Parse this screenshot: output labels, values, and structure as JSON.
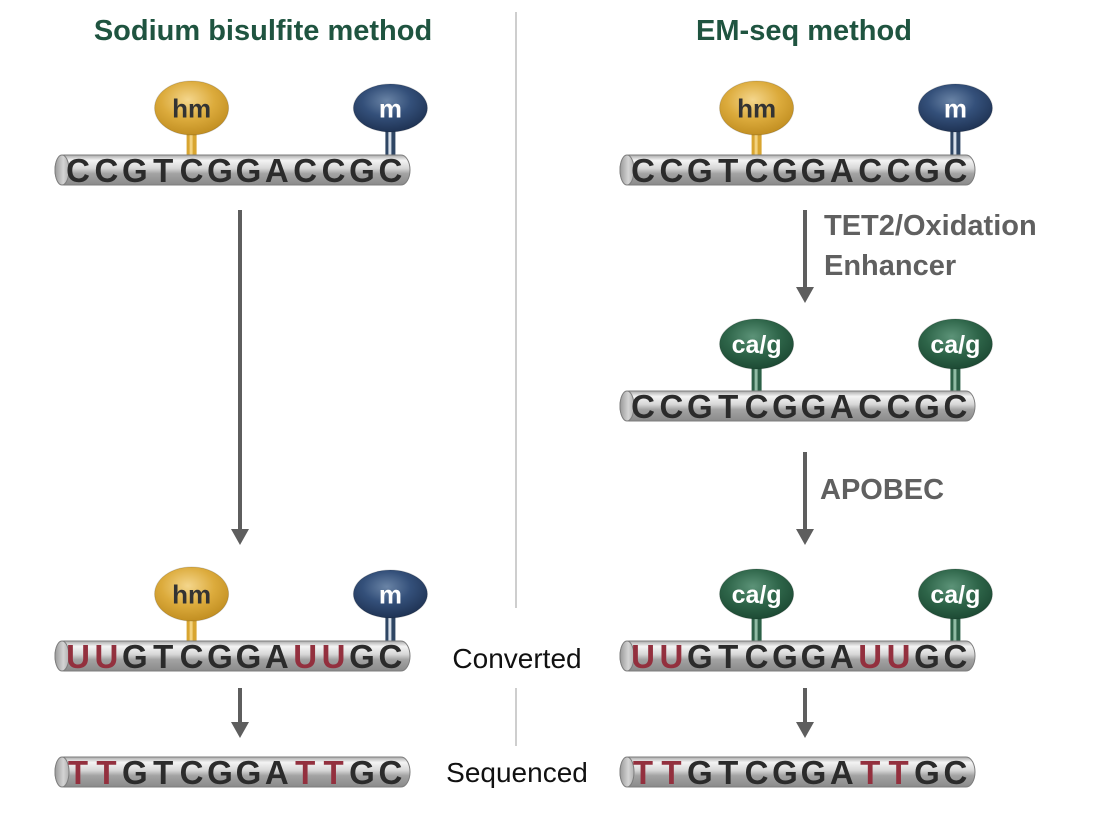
{
  "colors": {
    "title": "#1f5440",
    "step_label": "#606060",
    "arrow": "#5e5e5e",
    "divider": "#bdbdbd",
    "base_normal": "#2b2b2b",
    "base_converted": "#93303e",
    "hm_mark": "#d8a530",
    "m_mark": "#2f4664",
    "cag_mark": "#2c6047"
  },
  "panels": [
    {
      "id": "bisulfite",
      "title": "Sodium bisulfite method",
      "strands": [
        {
          "id": "original",
          "bases": [
            "C",
            "C",
            "G",
            "T",
            "C",
            "G",
            "G",
            "A",
            "C",
            "C",
            "G",
            "C"
          ],
          "converted_positions": [],
          "marks": [
            {
              "type": "hm",
              "label": "hm",
              "base_index": 4
            },
            {
              "type": "m",
              "label": "m",
              "base_index": 11
            }
          ]
        },
        {
          "id": "converted",
          "bases": [
            "U",
            "U",
            "G",
            "T",
            "C",
            "G",
            "G",
            "A",
            "U",
            "U",
            "G",
            "C"
          ],
          "converted_positions": [
            0,
            1,
            8,
            9
          ],
          "marks": [
            {
              "type": "hm",
              "label": "hm",
              "base_index": 4
            },
            {
              "type": "m",
              "label": "m",
              "base_index": 11
            }
          ]
        },
        {
          "id": "sequenced",
          "bases": [
            "T",
            "T",
            "G",
            "T",
            "C",
            "G",
            "G",
            "A",
            "T",
            "T",
            "G",
            "C"
          ],
          "converted_positions": [
            0,
            1,
            8,
            9
          ],
          "marks": []
        }
      ],
      "steps": [
        {
          "from": "original",
          "to": "converted",
          "label": ""
        },
        {
          "from": "converted",
          "to": "sequenced",
          "label": ""
        }
      ]
    },
    {
      "id": "emseq",
      "title": "EM-seq method",
      "strands": [
        {
          "id": "original",
          "bases": [
            "C",
            "C",
            "G",
            "T",
            "C",
            "G",
            "G",
            "A",
            "C",
            "C",
            "G",
            "C"
          ],
          "converted_positions": [],
          "marks": [
            {
              "type": "hm",
              "label": "hm",
              "base_index": 4
            },
            {
              "type": "m",
              "label": "m",
              "base_index": 11
            }
          ]
        },
        {
          "id": "oxidized",
          "bases": [
            "C",
            "C",
            "G",
            "T",
            "C",
            "G",
            "G",
            "A",
            "C",
            "C",
            "G",
            "C"
          ],
          "converted_positions": [],
          "marks": [
            {
              "type": "cag",
              "label": "ca/g",
              "base_index": 4
            },
            {
              "type": "cag",
              "label": "ca/g",
              "base_index": 11
            }
          ]
        },
        {
          "id": "converted",
          "bases": [
            "U",
            "U",
            "G",
            "T",
            "C",
            "G",
            "G",
            "A",
            "U",
            "U",
            "G",
            "C"
          ],
          "converted_positions": [
            0,
            1,
            8,
            9
          ],
          "marks": [
            {
              "type": "cag",
              "label": "ca/g",
              "base_index": 4
            },
            {
              "type": "cag",
              "label": "ca/g",
              "base_index": 11
            }
          ]
        },
        {
          "id": "sequenced",
          "bases": [
            "T",
            "T",
            "G",
            "T",
            "C",
            "G",
            "G",
            "A",
            "T",
            "T",
            "G",
            "C"
          ],
          "converted_positions": [
            0,
            1,
            8,
            9
          ],
          "marks": []
        }
      ],
      "steps": [
        {
          "from": "original",
          "to": "oxidized",
          "label": [
            "TET2/Oxidation",
            "Enhancer"
          ]
        },
        {
          "from": "oxidized",
          "to": "converted",
          "label": [
            "APOBEC"
          ]
        },
        {
          "from": "converted",
          "to": "sequenced",
          "label": ""
        }
      ]
    }
  ],
  "row_labels": {
    "converted": "Converted",
    "sequenced": "Sequenced"
  }
}
